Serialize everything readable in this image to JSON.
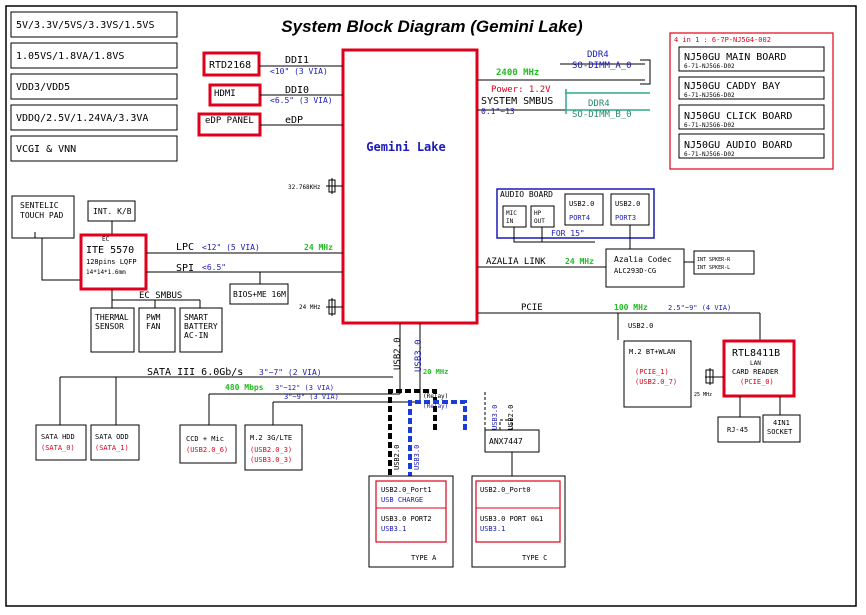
{
  "title": "System Block Diagram (Gemini Lake)",
  "power_rails": [
    "5V/3.3V/5VS/3.3VS/1.5VS",
    "1.05VS/1.8VA/1.8VS",
    "VDD3/VDD5",
    "VDDQ/2.5V/1.24VA/3.3VA",
    "VCGI & VNN"
  ],
  "cpu": {
    "label": "Gemini Lake"
  },
  "display": {
    "rtd": {
      "label": "RTD2168",
      "port": "DDI1",
      "note": "<10\" (3 VIA)"
    },
    "hdmi": {
      "label": "HDMI",
      "port": "DDI0",
      "note": "<6.5\" (3 VIA)"
    },
    "edp": {
      "label": "eDP PANEL",
      "port": "eDP"
    }
  },
  "ddr": {
    "a_title": "DDR4",
    "a_sub": "SO-DIMM_A_0",
    "b_title": "DDR4",
    "b_sub": "SO-DIMM_B_0",
    "freq": "2400 MHz",
    "power": "Power: 1.2V",
    "smbus": "SYSTEM SMBUS",
    "smbus_note": "0.1\"~13"
  },
  "boards": {
    "title": "4 in 1 : 6-7P-NJ5G4-002",
    "items": [
      {
        "name": "NJ50GU MAIN BOARD",
        "pn": "6-71-NJ5G6-D02"
      },
      {
        "name": "NJ50GU CADDY BAY",
        "pn": "6-71-NJ5G6-D02"
      },
      {
        "name": "NJ50GU CLICK BOARD",
        "pn": "6-71-NJ5G6-D02"
      },
      {
        "name": "NJ50GU AUDIO BOARD",
        "pn": "6-71-NJ5G6-D02"
      }
    ]
  },
  "touchpad": {
    "line1": "SENTELIC",
    "line2": "TOUCH PAD"
  },
  "int_kb": "INT. K/B",
  "ec": {
    "top": "EC",
    "name": "ITE 5570",
    "pkg": "128pins LQFP",
    "size": "14*14*1.6mm"
  },
  "lpc": {
    "label": "LPC",
    "note": "<12\" (5 VIA)",
    "freq": "24 MHz"
  },
  "spi": {
    "label": "SPI",
    "note": "<6.5\""
  },
  "ec_smbus": "EC_SMBUS",
  "bios": "BIOS+ME 16M",
  "thermal": {
    "line1": "THERMAL",
    "line2": "SENSOR"
  },
  "fan": {
    "line1": "PWM",
    "line2": "FAN"
  },
  "battery": {
    "line1": "SMART",
    "line2": "BATTERY",
    "line3": "AC-IN"
  },
  "crystals": {
    "rtc": "32.768KHz",
    "clk": "24 MHz",
    "lan": "25 MHz"
  },
  "audio_board": {
    "title": "AUDIO BOARD",
    "mic": {
      "line1": "MIC",
      "line2": "IN"
    },
    "hp": {
      "line1": "HP",
      "line2": "OUT"
    },
    "usb4": {
      "line1": "USB2.0",
      "line2": "PORT4"
    },
    "usb3": {
      "line1": "USB2.0",
      "line2": "PORT3"
    },
    "for15": "FOR 15\""
  },
  "azalia": {
    "label": "AZALIA LINK",
    "freq": "24 MHz",
    "codec": "Azalia Codec",
    "codec_pn": "ALC293D-CG",
    "spk1": "INT SPKER-R",
    "spk2": "INT SPKER-L"
  },
  "pcie": {
    "label": "PCIE",
    "freq": "100 MHz",
    "note": "2.5\"~9\" (4 VIA)"
  },
  "m2wlan": {
    "usb": "USB2.0",
    "line1": "M.2 BT+WLAN",
    "p1": "(PCIE_1)",
    "p2": "(USB2.0_7)"
  },
  "rtl": {
    "name": "RTL8411B",
    "line1": "LAN",
    "line2": "CARD READER",
    "port": "(PCIE_0)"
  },
  "rj45": "RJ-45",
  "socket": {
    "line1": "4IN1",
    "line2": "SOCKET"
  },
  "sata": {
    "label": "SATA III 6.0Gb/s",
    "note": "3\"~7\" (2 VIA)"
  },
  "usb_notes": {
    "n480": "480 Mbps",
    "n12": "3\"~12\" (3 VIA)",
    "n9": "3\"~9\" (3 VIA)",
    "f20": "20 MHz",
    "relay1": "(Relay)",
    "relay2": "(Relay)"
  },
  "cpu_ports": {
    "usb2": "USB2.0",
    "usb3": "USB3.0"
  },
  "dash_labels": {
    "u20a": "USB2.0",
    "u30a": "USB3.0",
    "u20b": "USB3.0",
    "u30b": "USB2.0"
  },
  "sata_hdd": {
    "line1": "SATA HDD",
    "port": "(SATA_0)"
  },
  "sata_odd": {
    "line1": "SATA ODD",
    "port": "(SATA_1)"
  },
  "ccd": {
    "line1": "CCD + Mic",
    "port": "(USB2.0_6)"
  },
  "m2lte": {
    "line1": "M.2 3G/LTE",
    "p1": "(USB2.0_3)",
    "p2": "(USB3.0_3)"
  },
  "anx": "ANX7447",
  "typea": {
    "l1": "USB2.0_Port1",
    "l2": "USB CHARGE",
    "l3": "USB3.0 PORT2",
    "l4": "USB3.1",
    "name": "TYPE A"
  },
  "typec": {
    "l1": "USB2.0_Port0",
    "l3": "USB3.0 PORT 0&1",
    "l4": "USB3.1",
    "name": "TYPE C"
  }
}
